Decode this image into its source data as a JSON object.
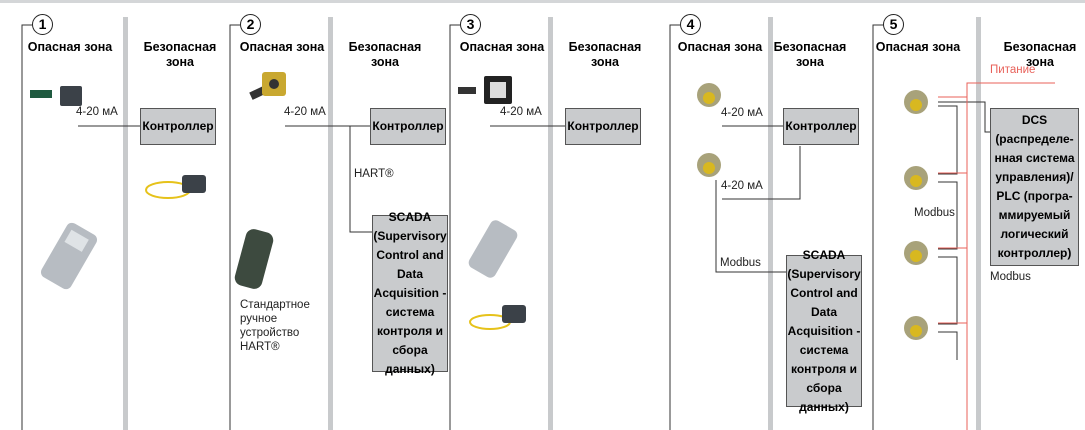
{
  "colors": {
    "separator": "#c8cacc",
    "box": "#c9cbcd",
    "power": "#e8615a"
  },
  "zones": {
    "hazard": "Опасная зона",
    "safe": "Безопасная зона"
  },
  "panels": [
    {
      "number": "1",
      "signal": "4-20 мА",
      "controller": "Контроллер"
    },
    {
      "number": "2",
      "signal": "4-20 мА",
      "controller": "Контроллер",
      "hart": "HART®",
      "scada": "SCADA (Supervisory Control and Data Acquisition - система контроля и сбора данных)",
      "handheld": "Стандартное ручное устройство HART®"
    },
    {
      "number": "3",
      "signal": "4-20 мА",
      "controller": "Контроллер"
    },
    {
      "number": "4",
      "signal1": "4-20 мА",
      "signal2": "4-20 мА",
      "controller": "Контроллер",
      "modbus": "Modbus",
      "scada": "SCADA (Supervisory Control and Data Acquisition - система контроля и сбора данных)"
    },
    {
      "number": "5",
      "power": "Питание",
      "dcs": "DCS (распределе-нная система управления)/ PLC (програ-ммируемый логический контроллер)",
      "modbus1": "Modbus",
      "modbus2": "Modbus"
    }
  ]
}
